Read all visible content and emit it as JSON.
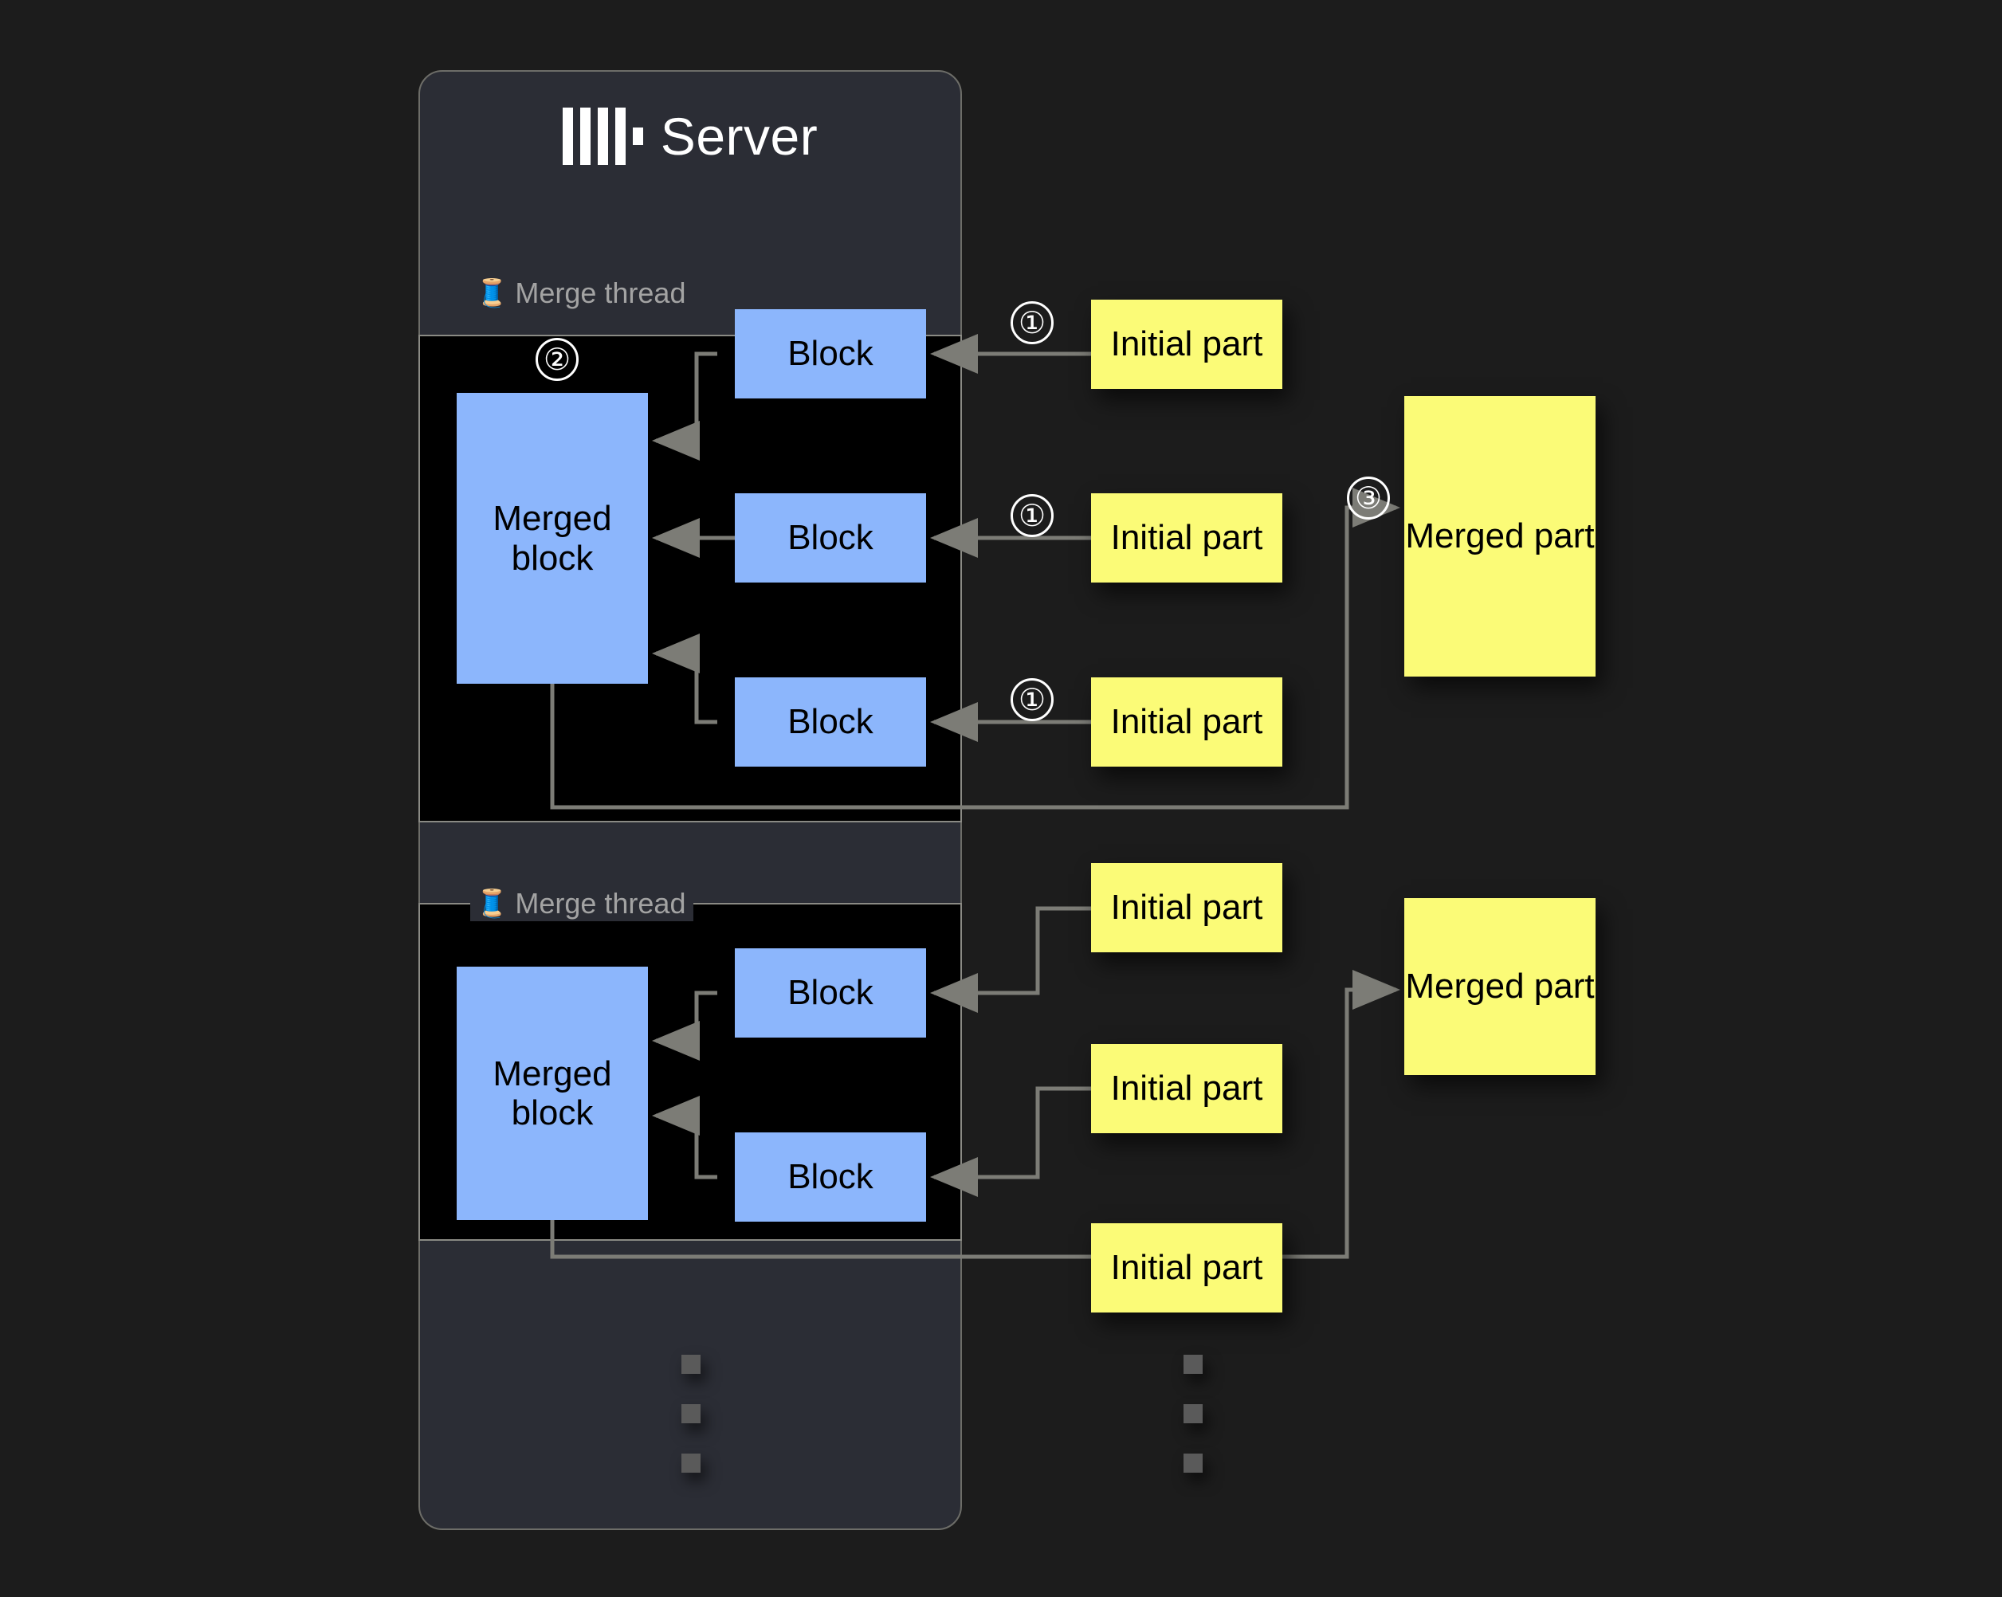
{
  "server": {
    "title": "Server",
    "logo_icon": "clickhouse-logo",
    "logo_bars": 4
  },
  "merge_threads": [
    {
      "label": "Merge thread",
      "icon": "thread-spool-icon",
      "merged_block_label": "Merged block",
      "blocks": [
        "Block",
        "Block",
        "Block"
      ]
    },
    {
      "label": "Merge thread",
      "icon": "thread-spool-icon",
      "merged_block_label": "Merged block",
      "blocks": [
        "Block",
        "Block"
      ]
    }
  ],
  "initial_parts": [
    "Initial part",
    "Initial part",
    "Initial part",
    "Initial part",
    "Initial part",
    "Initial part"
  ],
  "merged_parts": [
    "Merged part",
    "Merged part"
  ],
  "steps": {
    "one": "①",
    "two": "②",
    "three": "③"
  },
  "colors": {
    "background": "#1c1c1c",
    "server_panel": "#2b2d35",
    "thread_group": "#000000",
    "block": "#8cb6fc",
    "part": "#fbfb77",
    "wire": "#7c7c76",
    "panel_border": "#6d6d68",
    "label_text": "#a3a3a3"
  }
}
